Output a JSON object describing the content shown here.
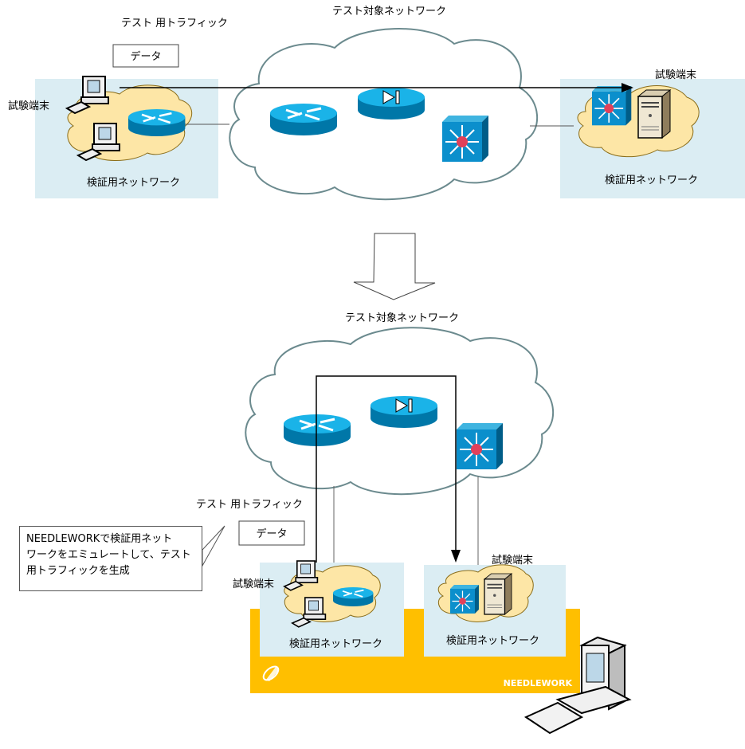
{
  "top_section": {
    "traffic_label": "テスト 用トラフィック",
    "data_label": "データ",
    "target_network_label": "テスト対象ネットワーク",
    "left_terminal_label": "試験端末",
    "right_terminal_label": "試験端末",
    "left_network_label": "検証用ネットワーク",
    "right_network_label": "検証用ネットワーク"
  },
  "bottom_section": {
    "target_network_label": "テスト対象ネットワーク",
    "traffic_label": "テスト 用トラフィック",
    "data_label": "データ",
    "left_terminal_label": "試験端末",
    "right_terminal_label": "試験端末",
    "left_network_label": "検証用ネットワーク",
    "right_network_label": "検証用ネットワーク",
    "appliance_label": "NEEDLEWORK",
    "callout_lines": [
      "NEEDLEWORKで検証用ネット",
      "ワークをエミュレートして、テスト",
      "用トラフィックを生成"
    ]
  },
  "colors": {
    "network_zone": "#dbedf3",
    "lan_cloud": "#fde6a6",
    "cloud_stroke": "#6b8a8e",
    "device_blue": "#0099cc",
    "appliance_gold": "#ffbf00"
  }
}
